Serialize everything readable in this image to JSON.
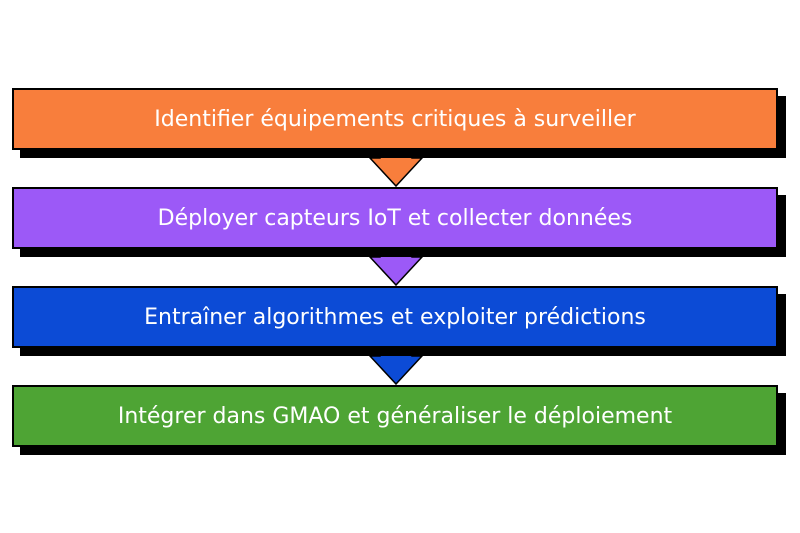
{
  "steps": [
    {
      "label": "Identifier équipements critiques à surveiller",
      "color": "#F87E3C"
    },
    {
      "label": "Déployer capteurs IoT et collecter données",
      "color": "#9C59F7"
    },
    {
      "label": "Entraîner algorithmes et exploiter prédictions",
      "color": "#0C4BD6"
    },
    {
      "label": "Intégrer dans GMAO et généraliser le déploiement",
      "color": "#4EA434"
    }
  ],
  "arrow_colors": [
    "#F87E3C",
    "#9C59F7",
    "#0C4BD6"
  ]
}
